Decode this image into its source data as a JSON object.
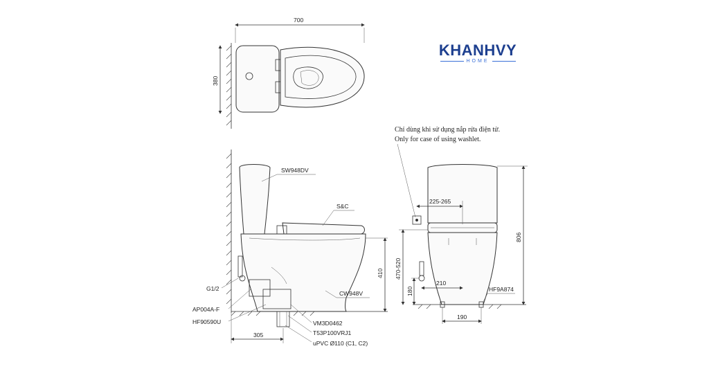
{
  "brand": {
    "name": "KHANHVY",
    "sub": "HOME",
    "color": "#1d3f8f"
  },
  "top_view": {
    "width_dim": "700",
    "depth_dim": "380"
  },
  "side_view": {
    "tank_label": "SW948DV",
    "seat_label": "S&C",
    "bowl_label": "CW948V",
    "height_dim": "410",
    "rough_in_dim": "305",
    "callouts": [
      "G1/2",
      "AP004A-F",
      "HF90590U",
      "VM3D0462",
      "T53P100VRJ1",
      "uPVC Ø110 (C1, C2)"
    ]
  },
  "front_view": {
    "note_vi": "Chỉ dùng khi sử dụng nắp rửa điện tử.",
    "note_en": "Only for case of using washlet.",
    "outlet_range_dim": "225-265",
    "seat_height_dim": "470-520",
    "valve_height_dim": "180",
    "valve_offset_dim": "210",
    "total_height_dim": "806",
    "bolt_label": "HF9A874",
    "base_dim": "190"
  }
}
